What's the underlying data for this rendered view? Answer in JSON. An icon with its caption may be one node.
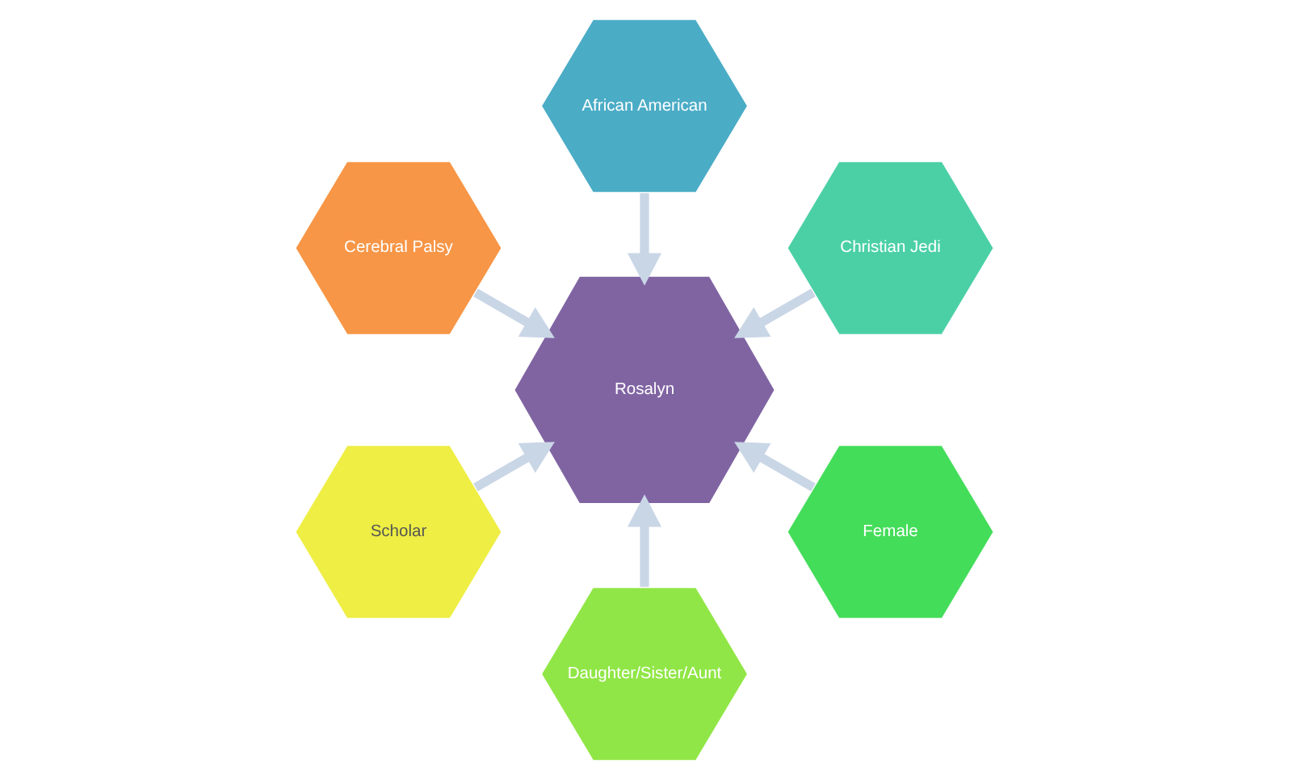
{
  "diagram": {
    "nodes": [
      {
        "text": [
          "African American"
        ]
      },
      {
        "text": [
          "Cerebral Palsy"
        ]
      },
      {
        "text": [
          "Christian Jedi"
        ]
      },
      {
        "text": [
          "Rosalyn"
        ]
      },
      {
        "text": [
          "Scholar"
        ]
      },
      {
        "text": [
          "Female"
        ]
      },
      {
        "text": [
          "Daughter/Sister/Aunt"
        ]
      }
    ],
    "edges": [
      {
        "from": 0,
        "to": 3,
        "arrow": "to"
      },
      {
        "from": 2,
        "to": 3,
        "arrow": "to"
      },
      {
        "from": 5,
        "to": 3,
        "arrow": "to"
      },
      {
        "from": 6,
        "to": 3,
        "arrow": "to"
      },
      {
        "from": 4,
        "to": 3,
        "arrow": "to"
      },
      {
        "from": 1,
        "to": 3,
        "arrow": "to"
      }
    ]
  }
}
